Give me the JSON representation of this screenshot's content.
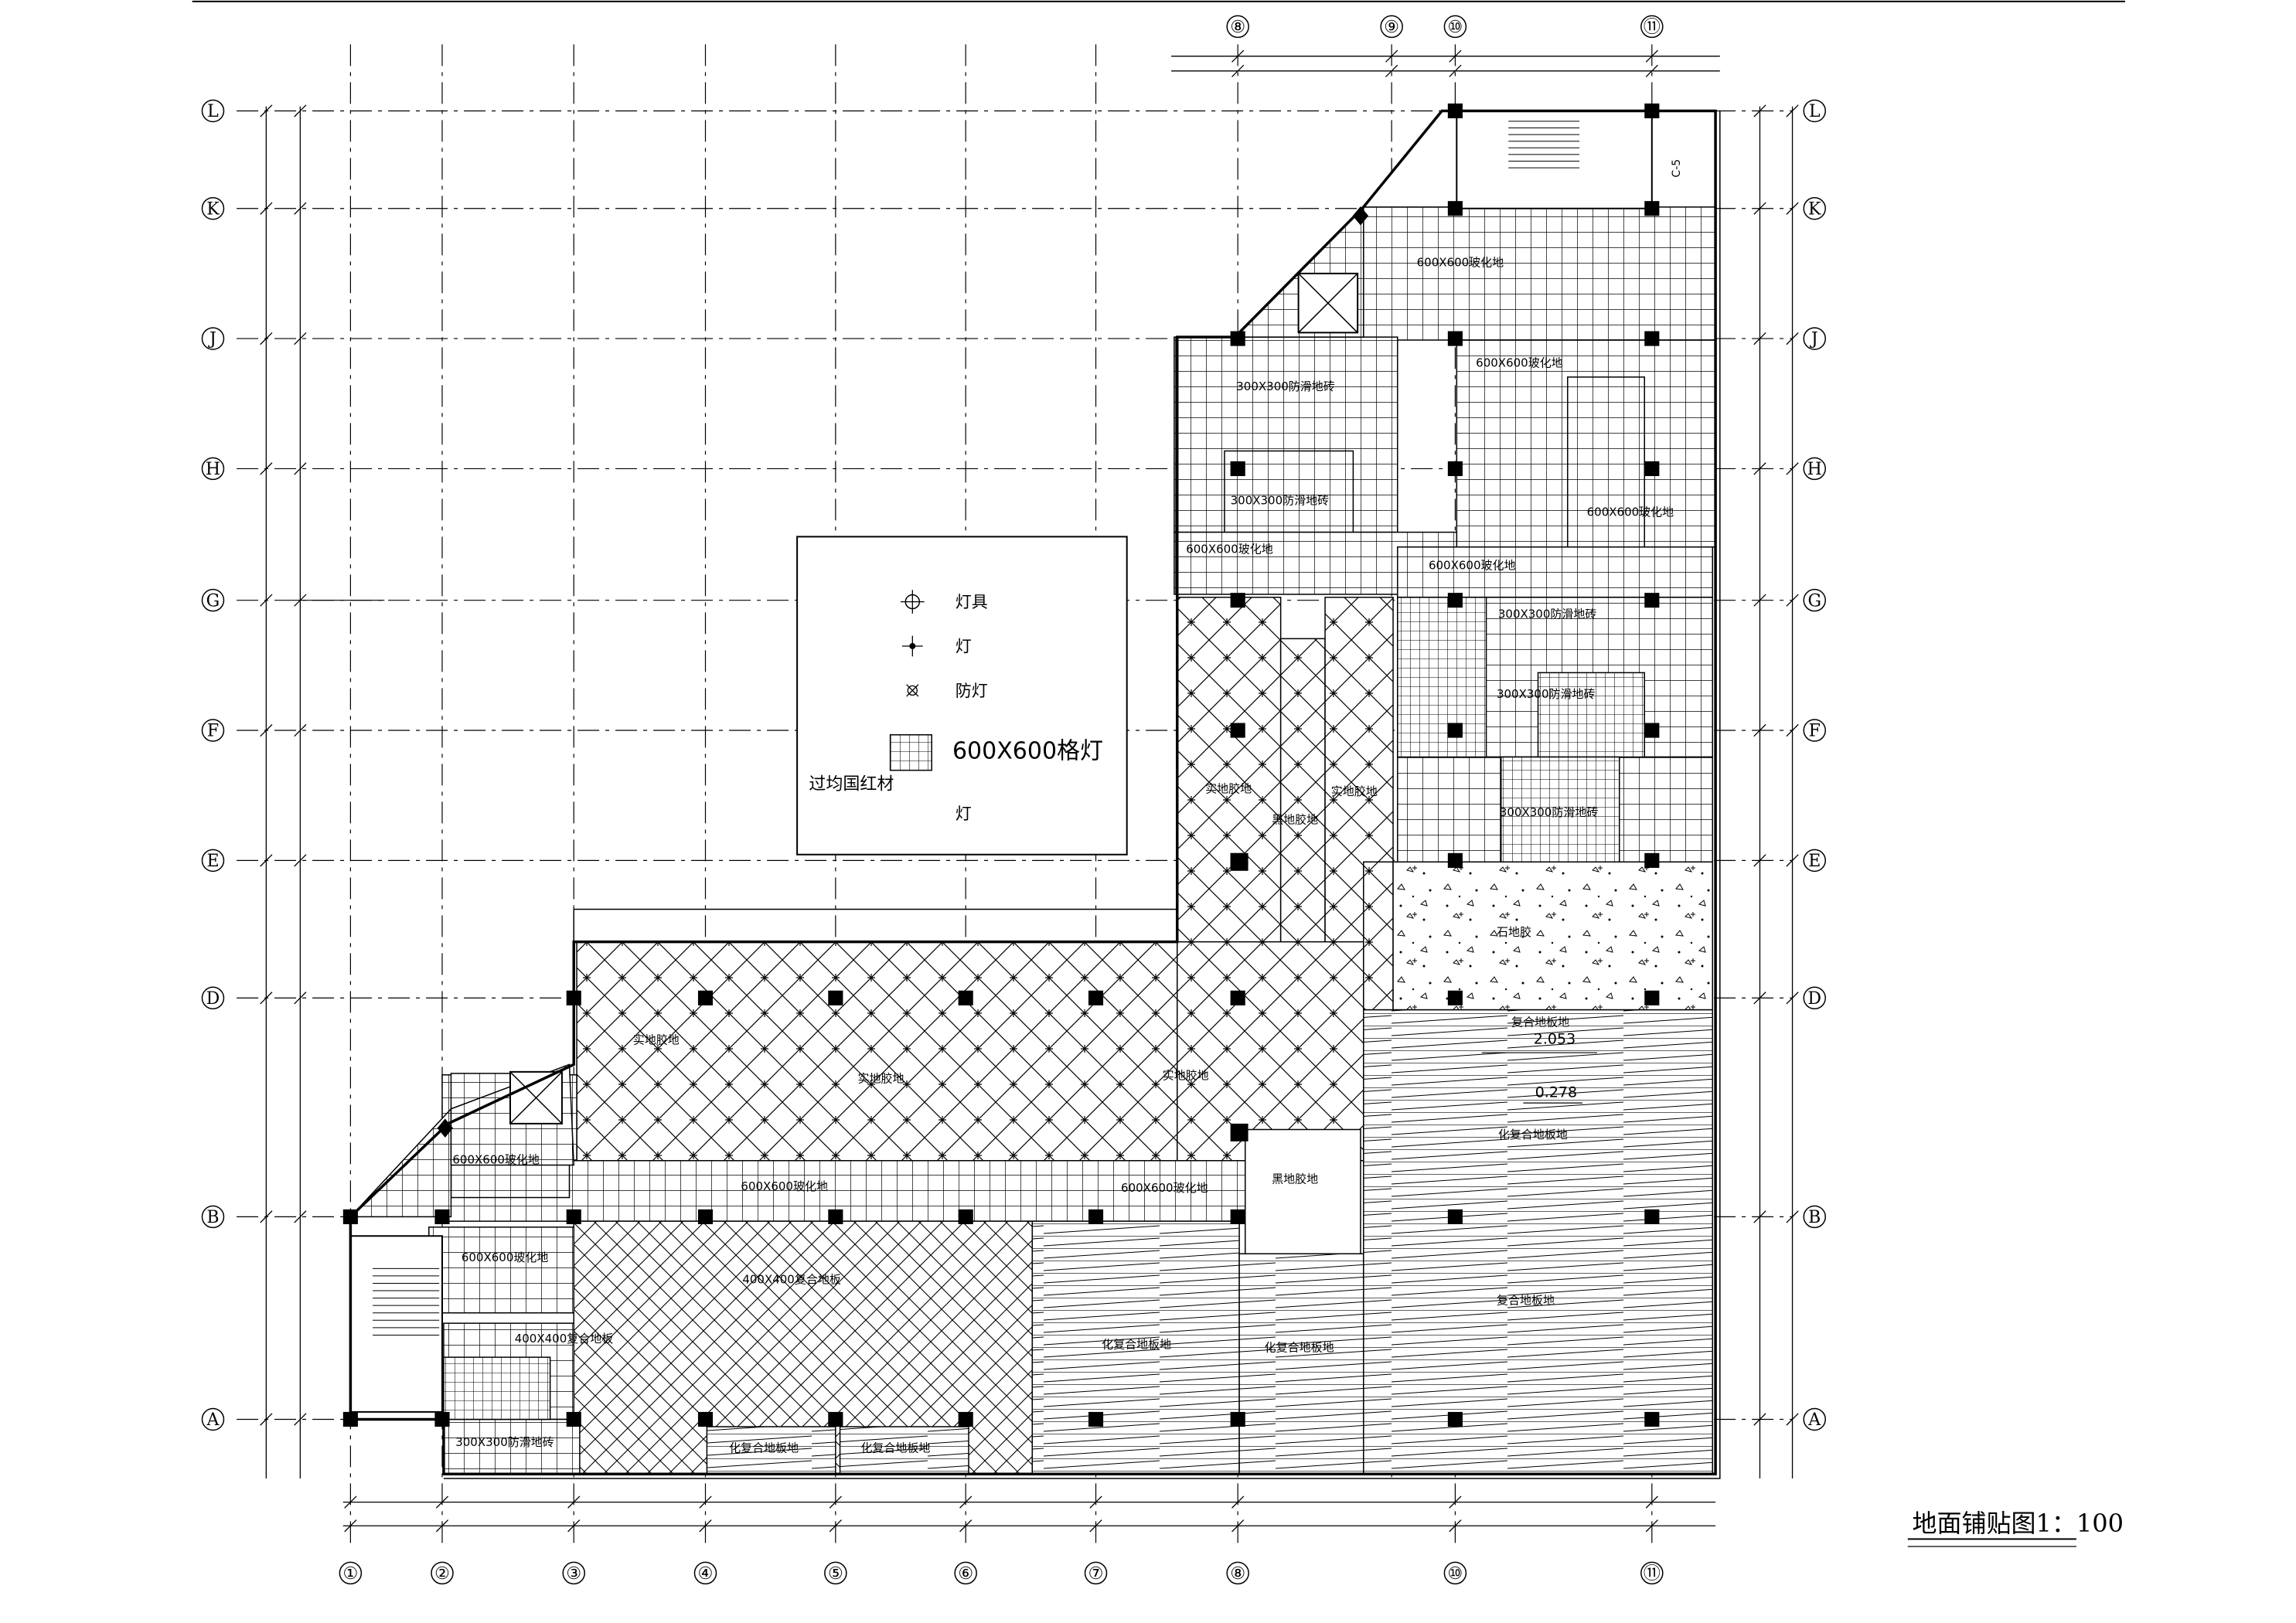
{
  "drawing": {
    "title": "地面铺贴图1：100"
  },
  "axes": {
    "numbers_bottom": [
      "①",
      "②",
      "③",
      "④",
      "⑤",
      "⑥",
      "⑦",
      "⑧",
      "⑩",
      "⑪"
    ],
    "numbers_top": [
      "⑧",
      "⑨",
      "⑩",
      "⑪"
    ],
    "letters": [
      "L",
      "K",
      "J",
      "H",
      "G",
      "F",
      "E",
      "D",
      "B",
      "A"
    ]
  },
  "legend": {
    "items": [
      {
        "symbol": "fixture-icon",
        "label": "灯具"
      },
      {
        "symbol": "light-icon",
        "label": "灯"
      },
      {
        "symbol": "proof-light-icon",
        "label": "防灯"
      },
      {
        "symbol": "grid-light-icon",
        "label": "600X600格灯"
      },
      {
        "symbol": "none",
        "label": "灯"
      }
    ],
    "note": "过均国红材"
  },
  "areas": [
    {
      "label": "600X600玻化地",
      "kind": "tile"
    },
    {
      "label": "600X600玻化地",
      "kind": "tile"
    },
    {
      "label": "300X300防滑地砖",
      "kind": "tile"
    },
    {
      "label": "300X300防滑地砖",
      "kind": "tile"
    },
    {
      "label": "600X600玻化地",
      "kind": "tile"
    },
    {
      "label": "600X600玻化地",
      "kind": "tile"
    },
    {
      "label": "600X600玻化地",
      "kind": "tile"
    },
    {
      "label": "300X300防滑地砖",
      "kind": "tile"
    },
    {
      "label": "300X300防滑地砖",
      "kind": "tile"
    },
    {
      "label": "300X300防滑地砖",
      "kind": "tile"
    },
    {
      "label": "实地胶地",
      "kind": "stone"
    },
    {
      "label": "黑地胶地",
      "kind": "stone"
    },
    {
      "label": "实地胶地",
      "kind": "stone"
    },
    {
      "label": "实地胶地",
      "kind": "stone"
    },
    {
      "label": "实地胶地",
      "kind": "stone"
    },
    {
      "label": "实地胶地",
      "kind": "stone"
    },
    {
      "label": "石地胶",
      "kind": "terrazzo"
    },
    {
      "label": "黑地胶地",
      "kind": "plain"
    },
    {
      "label": "600X600玻化地",
      "kind": "tile"
    },
    {
      "label": "600X600玻化地",
      "kind": "tile"
    },
    {
      "label": "600X600玻化地",
      "kind": "tile"
    },
    {
      "label": "600X600玻化地",
      "kind": "tile"
    },
    {
      "label": "400X400复合地板",
      "kind": "tile"
    },
    {
      "label": "400X400复合地板",
      "kind": "diag"
    },
    {
      "label": "300X300防滑地砖",
      "kind": "tile"
    },
    {
      "label": "化复合地板地",
      "kind": "wood"
    },
    {
      "label": "化复合地板地",
      "kind": "wood"
    },
    {
      "label": "复合地板地",
      "kind": "wood"
    },
    {
      "label": "复合地板地",
      "kind": "wood"
    },
    {
      "label": "化复合地板地",
      "kind": "wood"
    },
    {
      "label": "化复合地板地",
      "kind": "wood"
    },
    {
      "label": "化复合地板地",
      "kind": "wood"
    }
  ],
  "levels": [
    "2.053",
    "0.278"
  ],
  "tags": [
    "C-5"
  ],
  "colors": {
    "ink": "#000000",
    "paper": "#ffffff"
  }
}
